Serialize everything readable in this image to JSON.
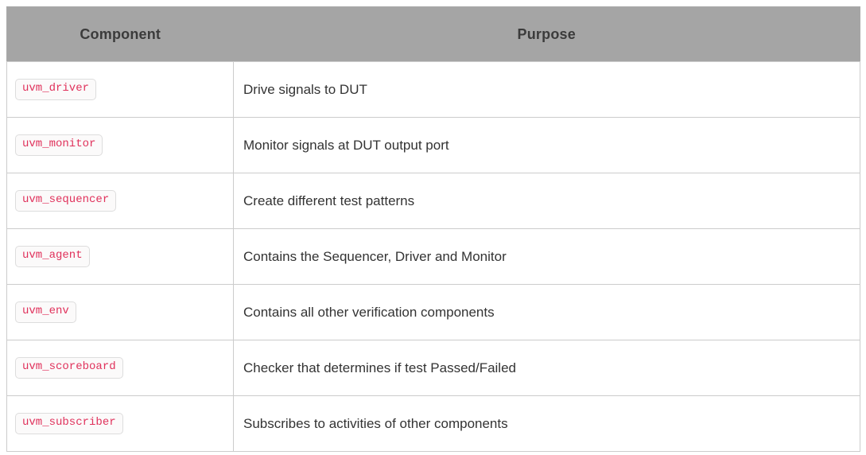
{
  "table": {
    "columns": [
      {
        "label": "Component"
      },
      {
        "label": "Purpose"
      }
    ],
    "rows": [
      {
        "component": "uvm_driver",
        "purpose": "Drive signals to DUT"
      },
      {
        "component": "uvm_monitor",
        "purpose": "Monitor signals at DUT output port"
      },
      {
        "component": "uvm_sequencer",
        "purpose": "Create different test patterns"
      },
      {
        "component": "uvm_agent",
        "purpose": "Contains the Sequencer, Driver and Monitor"
      },
      {
        "component": "uvm_env",
        "purpose": "Contains all other verification components"
      },
      {
        "component": "uvm_scoreboard",
        "purpose": "Checker that determines if test Passed/Failed"
      },
      {
        "component": "uvm_subscriber",
        "purpose": "Subscribes to activities of other components"
      }
    ]
  },
  "colors": {
    "header_background": "#a5a5a5",
    "header_text": "#3b3b3b",
    "body_text": "#333333",
    "code_text": "#e0315b",
    "code_background": "#fbfafa",
    "code_border": "#dddddd",
    "cell_border": "#cccccc",
    "outer_border": "#a9a9a9"
  }
}
